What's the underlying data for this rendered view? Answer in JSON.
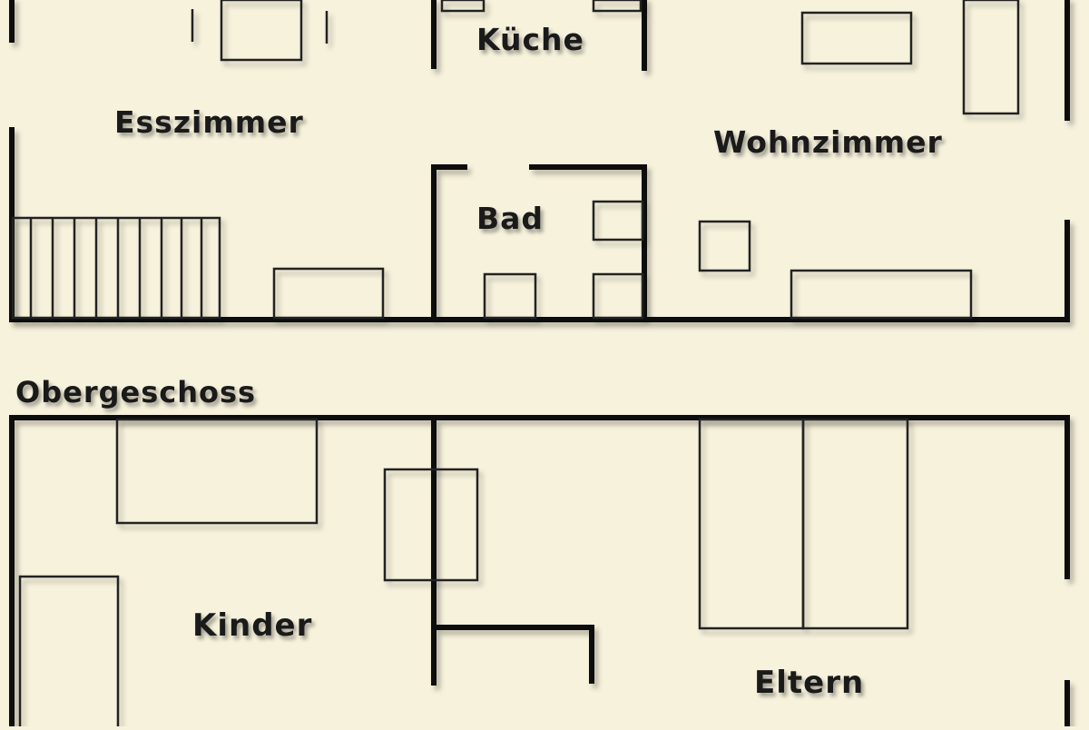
{
  "colors": {
    "background": "#f7f2dc",
    "wall": "#111111",
    "furniture": "#222222"
  },
  "floors": [
    {
      "name": "",
      "rooms": [
        {
          "label": "Küche"
        },
        {
          "label": "Esszimmer"
        },
        {
          "label": "Wohnzimmer"
        },
        {
          "label": "Bad"
        }
      ]
    },
    {
      "name": "Obergeschoss",
      "rooms": [
        {
          "label": "Kinder"
        },
        {
          "label": "Eltern"
        }
      ]
    }
  ]
}
